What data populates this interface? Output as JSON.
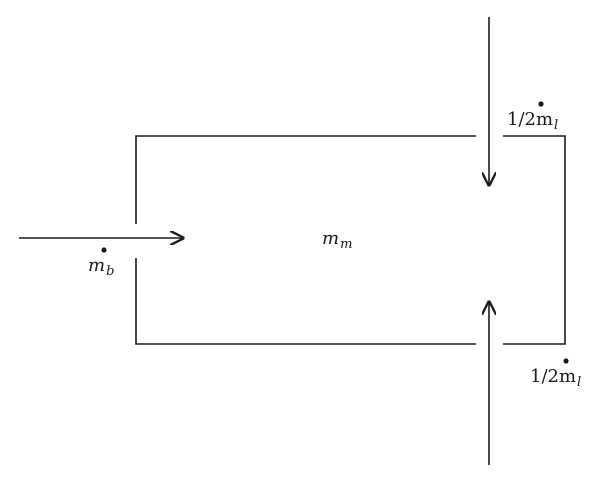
{
  "labels": {
    "mass": {
      "base": "m",
      "sub": "m"
    },
    "inlet_b": {
      "base": "m",
      "sub": "b",
      "dot": true
    },
    "inlet_top": {
      "coef": "1/2",
      "base": "m",
      "sub": "l",
      "dot": true
    },
    "inlet_bottom": {
      "coef": "1/2",
      "base": "m",
      "sub": "l",
      "dot": true
    }
  }
}
